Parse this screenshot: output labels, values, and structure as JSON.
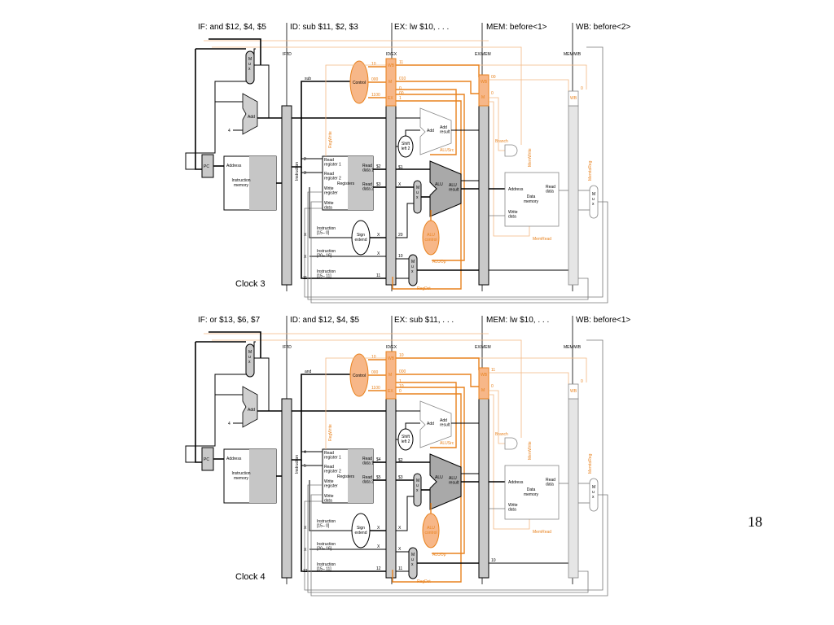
{
  "page_number": "18",
  "colors": {
    "control_orange": "#e8821e",
    "control_fill": "#f7b788",
    "pipeline_register": "#c9c9c9"
  },
  "panels": [
    {
      "clock_label": "Clock 3",
      "stages": {
        "if": "IF: and $12, $4, $5",
        "id": "ID: sub $11, $2, $3",
        "ex": "EX: lw $10, . . .",
        "mem": "MEM: before<1>",
        "wb": "WB: before<2>"
      },
      "opcode": "sub",
      "read_reg_1": "2",
      "read_reg_2": "3",
      "read_data_1": "$2",
      "read_data_2": "$3",
      "ex_read_data_1": "$1",
      "ex_read_data_2": "X",
      "instr_15_0": "X",
      "instr_20_16": "X",
      "instr_15_11": "11",
      "sign_ext_out": "X",
      "ex_sign_ext": "20",
      "ex_rt": "10",
      "ex_rd": "",
      "mem_dest": "",
      "ctrl_wb": "10",
      "ctrl_m": "000",
      "ctrl_ex": "1100",
      "ex_wb": "11",
      "ex_m": "010",
      "ex_ex": [
        "0",
        "00",
        "1"
      ],
      "mem_wb": "00",
      "mem_m": [
        "0",
        "0"
      ],
      "wb_bits": [
        "0",
        "0"
      ]
    },
    {
      "clock_label": "Clock 4",
      "stages": {
        "if": "IF: or $13, $6, $7",
        "id": "ID: and $12, $4, $5",
        "ex": "EX: sub $11, . . .",
        "mem": "MEM: lw $10, . . .",
        "wb": "WB: before<1>"
      },
      "opcode": "and",
      "read_reg_1": "4",
      "read_reg_2": "5",
      "read_data_1": "$4",
      "read_data_2": "$5",
      "ex_read_data_1": "$2",
      "ex_read_data_2": "$3",
      "instr_15_0": "X",
      "instr_20_16": "X",
      "instr_15_11": "12",
      "sign_ext_out": "X",
      "ex_sign_ext": "X",
      "ex_rt": "X",
      "ex_rd": "11",
      "mem_dest": "10",
      "ctrl_wb": "10",
      "ctrl_m": "000",
      "ctrl_ex": "1100",
      "ex_wb": "10",
      "ex_m": "000",
      "ex_ex": [
        "1",
        "10",
        "0"
      ],
      "mem_wb": "11",
      "mem_m": [
        "0",
        "1",
        "0"
      ],
      "wb_bits": [
        "0",
        "0"
      ]
    }
  ],
  "labels": {
    "reg_if_id": "IF/ID",
    "reg_id_ex": "ID/EX",
    "reg_ex_mem": "EX/MEM",
    "reg_mem_wb": "MEM/WB",
    "pc": "PC",
    "address": "Address",
    "instruction_memory": [
      "Instruction",
      "memory"
    ],
    "add": "Add",
    "four": "4",
    "instruction_vertical": "Instruction",
    "control": "Control",
    "read_register_1": [
      "Read",
      "register 1"
    ],
    "read_register_2": [
      "Read",
      "register 2"
    ],
    "write_register": [
      "Write",
      "register"
    ],
    "write_data": [
      "Write",
      "data"
    ],
    "registers": "Registers",
    "read_data_1": [
      "Read",
      "data 1"
    ],
    "read_data_2": [
      "Read",
      "data 2"
    ],
    "sign_extend": [
      "Sign",
      "extend"
    ],
    "instr_15_0": [
      "Instruction",
      "[15– 0]"
    ],
    "instr_20_16": [
      "Instruction",
      "[20– 16]"
    ],
    "instr_15_11": [
      "Instruction",
      "[15– 11]"
    ],
    "shift_left_2": [
      "Shift",
      "left 2"
    ],
    "add_result": [
      "Add",
      "result"
    ],
    "alu": "ALU",
    "alu_result": [
      "ALU",
      "result"
    ],
    "alu_control": [
      "ALU",
      "control"
    ],
    "alusrc": "ALUSrc",
    "aluop": "ALUOp",
    "regdst": "RegDst",
    "regwrite": "RegWrite",
    "branch": "Branch",
    "memwrite": "MemWrite",
    "memread": "MemRead",
    "memtoreg": "MemtoReg",
    "data_memory": [
      "Data",
      "memory"
    ],
    "read_data": [
      "Read",
      "data"
    ],
    "mux_letters": [
      "M",
      "u",
      "x"
    ],
    "wb": "WB",
    "m": "M",
    "ex": "EX"
  }
}
